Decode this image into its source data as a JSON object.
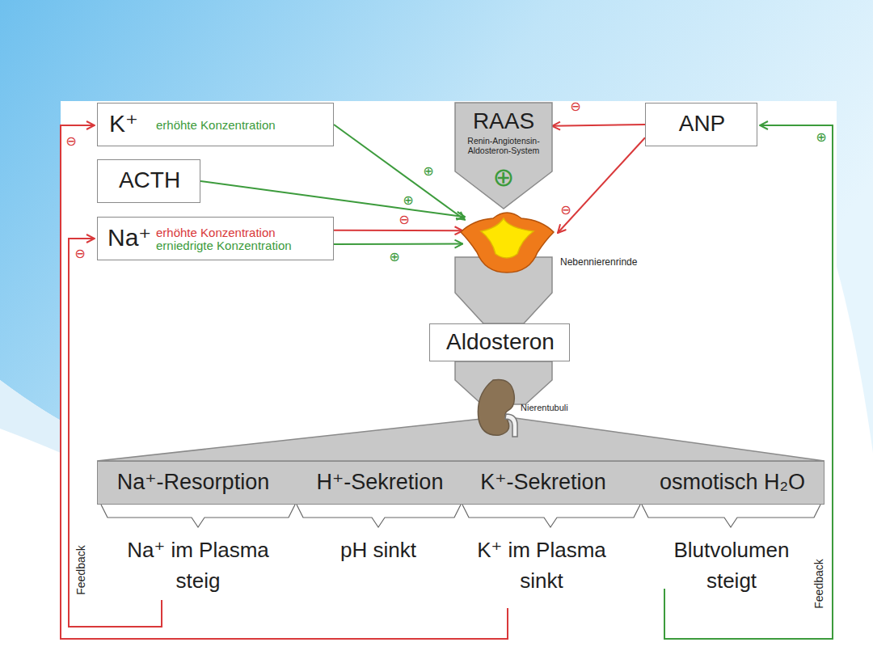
{
  "diagram": {
    "nodes": [
      {
        "text": [
          "K⁺",
          "erhöhte Konzentration"
        ]
      },
      {
        "text": [
          "RAAS",
          "Renin-Angiotensin-Aldosteron-System",
          "⊕"
        ]
      },
      {
        "text": [
          "ANP"
        ]
      },
      {
        "text": [
          "ACTH"
        ]
      },
      {
        "text": [
          "Na⁺",
          "erhöhte Konzentration",
          "erniedrigte Konzentration"
        ]
      },
      {
        "text": [
          "Nebennierenrinde"
        ]
      },
      {
        "text": [
          "Aldosteron"
        ]
      },
      {
        "text": [
          "Nierentubuli"
        ]
      },
      {
        "text": [
          "Na⁺-Resorption",
          "H⁺-Sekretion",
          "K⁺-Sekretion",
          "osmotisch H₂O"
        ]
      }
    ],
    "edges": [
      {
        "from": 0,
        "to": 5,
        "arrow": "to",
        "label": "⊕"
      },
      {
        "from": 3,
        "to": 5,
        "arrow": "to",
        "label": "⊕"
      },
      {
        "from": 4,
        "to": 5,
        "arrow": "to",
        "label": "⊖"
      },
      {
        "from": 4,
        "to": 5,
        "arrow": "to",
        "label": "⊕"
      },
      {
        "from": 2,
        "to": 1,
        "arrow": "to",
        "label": "⊖"
      },
      {
        "from": 2,
        "to": 5,
        "arrow": "to",
        "label": "⊖"
      }
    ],
    "labels": [
      "⊖",
      "⊖",
      "⊕",
      "Na⁺ im Plasma steig",
      "pH sinkt",
      "K⁺ im Plasma sinkt",
      "Blutvolumen steigt",
      "Feedback",
      "Feedback"
    ]
  }
}
